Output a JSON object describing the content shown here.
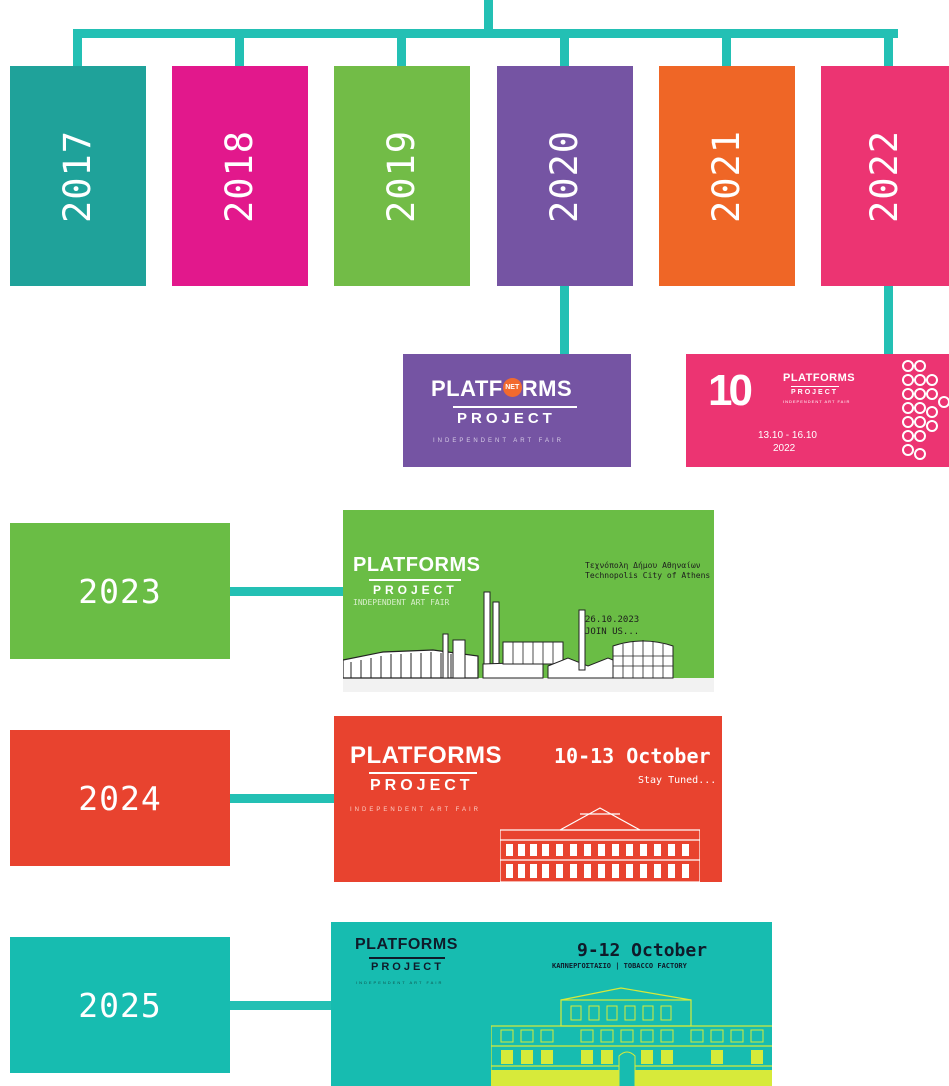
{
  "colors": {
    "connector": "#23c0b4",
    "y2017": "#1fa29a",
    "y2018": "#e2188c",
    "y2019": "#72bc47",
    "y2020": "#7554a3",
    "y2021": "#ef6626",
    "y2022": "#ec3472",
    "y2023": "#6abd45",
    "y2024": "#e8432f",
    "y2025": "#17bcb0"
  },
  "top_years": [
    {
      "label": "2017"
    },
    {
      "label": "2018"
    },
    {
      "label": "2019"
    },
    {
      "label": "2020"
    },
    {
      "label": "2021"
    },
    {
      "label": "2022"
    }
  ],
  "rows": [
    {
      "year": "2023"
    },
    {
      "year": "2024"
    },
    {
      "year": "2025"
    }
  ],
  "banners": {
    "b2020": {
      "logo_part1": "PLATF",
      "logo_net": "NET",
      "logo_part2": "RMS",
      "logo_sub": "PROJECT",
      "logo_tag": "INDEPENDENT ART FAIR"
    },
    "b2022": {
      "ten": "10",
      "logo_main": "PLATFORMS",
      "logo_sub": "PROJECT",
      "logo_tag": "INDEPENDENT ART FAIR",
      "dates": "13.10 - 16.10",
      "year": "2022"
    },
    "b2023": {
      "logo_main": "PLATFORMS",
      "logo_sub": "PROJECT",
      "logo_tag": "INDEPENDENT ART FAIR",
      "venue_gr": "Τεχνόπολη Δήμου Αθηναίων",
      "venue_en": "Technopolis City of Athens",
      "date": "26.10.2023",
      "cta": "JOIN US..."
    },
    "b2024": {
      "logo_main": "PLATFORMS",
      "logo_sub": "PROJECT",
      "logo_tag": "INDEPENDENT ART FAIR",
      "dates": "10-13 October",
      "cta": "Stay Tuned..."
    },
    "b2025": {
      "logo_main": "PLATFORMS",
      "logo_sub": "PROJECT",
      "logo_tag": "INDEPENDENT ART FAIR",
      "dates": "9-12 October",
      "venue": "ΚΑΠΝΕΡΓΟΣΤΑΣΙΟ | TOBACCO FACTORY"
    }
  }
}
